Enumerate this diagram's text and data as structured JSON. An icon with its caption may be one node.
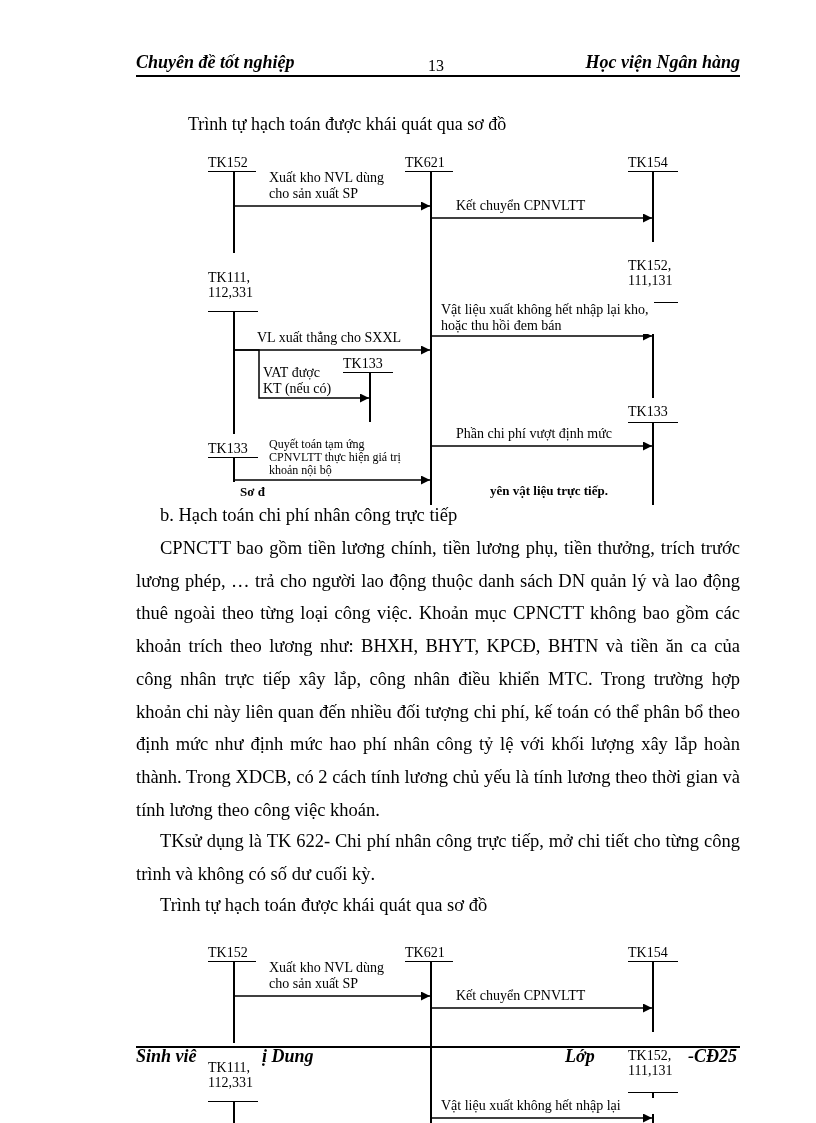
{
  "diagram": {
    "nodes": [
      {
        "text": [
          "TK152"
        ]
      },
      {
        "text": [
          "TK621"
        ]
      },
      {
        "text": [
          "TK154"
        ]
      },
      {
        "text": [
          "TK111, 112,331"
        ]
      },
      {
        "text": [
          "TK152, 111,131"
        ]
      },
      {
        "text": [
          "TK133"
        ]
      },
      {
        "text": [
          "TK133"
        ]
      },
      {
        "text": [
          "TK133"
        ]
      },
      {
        "text": [
          "TK152"
        ]
      },
      {
        "text": [
          "TK621"
        ]
      },
      {
        "text": [
          "TK154"
        ]
      },
      {
        "text": [
          "TK111, 112,331"
        ]
      },
      {
        "text": [
          "TK152, 111,131"
        ]
      }
    ],
    "edges": [
      {
        "from": 0,
        "to": 1,
        "arrow": "to",
        "label": "Xuất kho NVL dùng cho sản xuất SP"
      },
      {
        "from": 1,
        "to": 2,
        "arrow": "to",
        "label": "Kết chuyển CPNVLTT"
      },
      {
        "from": 3,
        "to": 1,
        "arrow": "to",
        "label": "VL xuất thẳng cho SXXL"
      },
      {
        "from": 3,
        "to": 5,
        "arrow": "to",
        "label": "VAT được KT (nếu có)"
      },
      {
        "from": 1,
        "to": 4,
        "arrow": "to",
        "label": "Vật liệu xuất không hết nhập lại kho, hoặc thu hồi đem bán"
      },
      {
        "from": 1,
        "to": 6,
        "arrow": "to",
        "label": "Phần chi phí vượt định mức"
      },
      {
        "from": 7,
        "to": 1,
        "arrow": "to",
        "label": "Quyết toán tạm ứng CPNVLTT thực hiện giá trị khoản nội bộ"
      },
      {
        "from": 8,
        "to": 9,
        "arrow": "to",
        "label": "Xuất kho NVL dùng cho sản xuất SP"
      },
      {
        "from": 9,
        "to": 10,
        "arrow": "to",
        "label": "Kết chuyển CPNVLTT"
      },
      {
        "from": 9,
        "to": 12,
        "arrow": "to",
        "label": "Vật liệu xuất không hết nhập lại"
      }
    ],
    "labels": [
      "Chuyên đề tốt nghiệp",
      "13",
      "Học viện Ngân hàng",
      "Trình tự hạch toán được khái quát qua sơ đồ",
      "Sơ đ",
      "yên vật liệu trực tiếp.",
      "b. Hạch toán chi phí nhân công trực tiếp",
      "CPNCTT bao gồm tiền lương chính, tiền lương phụ, tiền thưởng, trích trước lương phép, … trả cho người lao động thuộc danh sách DN quản lý và lao động thuê ngoài theo từng loại công việc. Khoản mục CPNCTT không bao gồm các khoản trích theo lương như: BHXH, BHYT, KPCĐ, BHTN và tiền ăn ca của công nhân trực tiếp xây lắp, công nhân điều khiển MTC. Trong trường hợp khoản chi này liên quan đến nhiều đối tượng chi phí, kế toán có thể phân bổ theo định mức như định mức hao phí nhân công tỷ lệ với khối lượng xây lắp hoàn thành. Trong XDCB, có 2 cách tính lương chủ yếu là tính lương theo thời gian và tính lương theo công việc khoán.",
      "TKsử dụng là TK 622- Chi phí nhân công trực tiếp, mở chi tiết cho từng công trình và không có số dư cuối kỳ.",
      "Trình tự hạch toán được khái quát qua sơ đồ",
      "Sinh viê",
      "ị Dung",
      "Lớp",
      "-CĐ25"
    ]
  }
}
